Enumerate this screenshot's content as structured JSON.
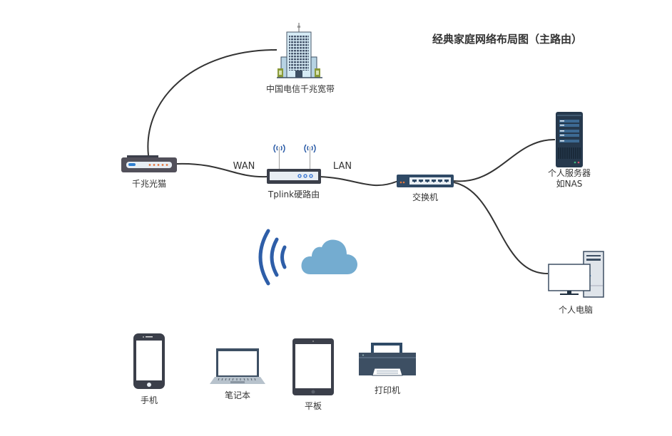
{
  "title": "经典家庭网络布局图（主路由）",
  "colors": {
    "line": "#333333",
    "device_dark": "#3b3f4a",
    "device_navy": "#2f4a66",
    "wifi_blue": "#2e5ea8",
    "cloud_blue": "#74acd0",
    "building_glass": "#d6ebf5",
    "led_orange": "#e4743a",
    "led_blue": "#2f7fd1"
  },
  "nodes": {
    "isp": {
      "label": "中国电信千兆宽带",
      "icon": "office-building-icon"
    },
    "modem": {
      "label": "千兆光猫",
      "icon": "modem-icon"
    },
    "router": {
      "label": "Tplink硬路由",
      "icon": "router-icon"
    },
    "switch": {
      "label": "交换机",
      "icon": "network-switch-icon"
    },
    "server": {
      "label_line1": "个人服务器",
      "label_line2": "如NAS",
      "icon": "server-icon"
    },
    "pc": {
      "label": "个人电脑",
      "icon": "desktop-computer-icon"
    },
    "wireless": {
      "icon": "wifi-signal-icon"
    },
    "cloud": {
      "icon": "cloud-icon"
    },
    "phone": {
      "label": "手机",
      "icon": "smartphone-icon"
    },
    "laptop": {
      "label": "笔记本",
      "icon": "laptop-icon"
    },
    "tablet": {
      "label": "平板",
      "icon": "tablet-icon"
    },
    "printer": {
      "label": "打印机",
      "icon": "printer-icon"
    }
  },
  "links": {
    "wan_label": "WAN",
    "lan_label": "LAN"
  }
}
